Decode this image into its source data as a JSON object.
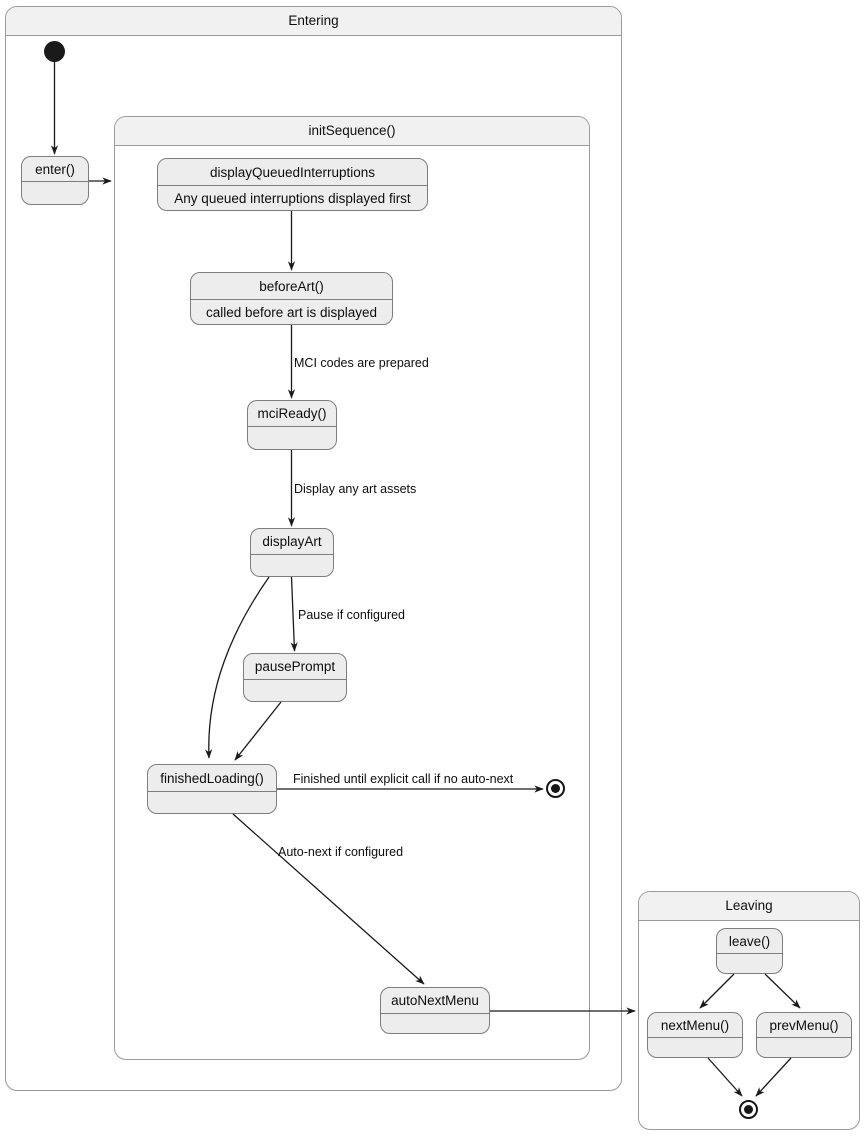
{
  "diagram": {
    "type": "uml-state-machine",
    "background": "#ffffff",
    "state_fill": "#ededed",
    "composite_fill": "#ffffff",
    "composite_header_fill": "#f1f1f1",
    "border_color": "#7d7d7d",
    "line_color": "#1a1a1a"
  },
  "composites": {
    "entering": {
      "title": "Entering"
    },
    "init_sequence": {
      "title": "initSequence()"
    },
    "leaving": {
      "title": "Leaving"
    }
  },
  "states": {
    "enter": {
      "name": "enter()",
      "desc": ""
    },
    "display_queued_interruptions": {
      "name": "displayQueuedInterruptions",
      "desc": "Any queued interruptions displayed first"
    },
    "before_art": {
      "name": "beforeArt()",
      "desc": "called before art is displayed"
    },
    "mci_ready": {
      "name": "mciReady()",
      "desc": ""
    },
    "display_art": {
      "name": "displayArt",
      "desc": ""
    },
    "pause_prompt": {
      "name": "pausePrompt",
      "desc": ""
    },
    "finished_loading": {
      "name": "finishedLoading()",
      "desc": ""
    },
    "auto_next_menu": {
      "name": "autoNextMenu",
      "desc": ""
    },
    "leave": {
      "name": "leave()",
      "desc": ""
    },
    "next_menu": {
      "name": "nextMenu()",
      "desc": ""
    },
    "prev_menu": {
      "name": "prevMenu()",
      "desc": ""
    }
  },
  "transitions": {
    "mci_codes": "MCI codes are prepared",
    "display_art_assets": "Display any art assets",
    "pause_if_configured": "Pause if configured",
    "finished_until_explicit": "Finished until explicit call if no auto-next",
    "auto_next_if_configured": "Auto-next if configured"
  },
  "nodes": {
    "initial_start": "initial-state",
    "final_entering": "final-state",
    "final_leaving": "final-state"
  }
}
